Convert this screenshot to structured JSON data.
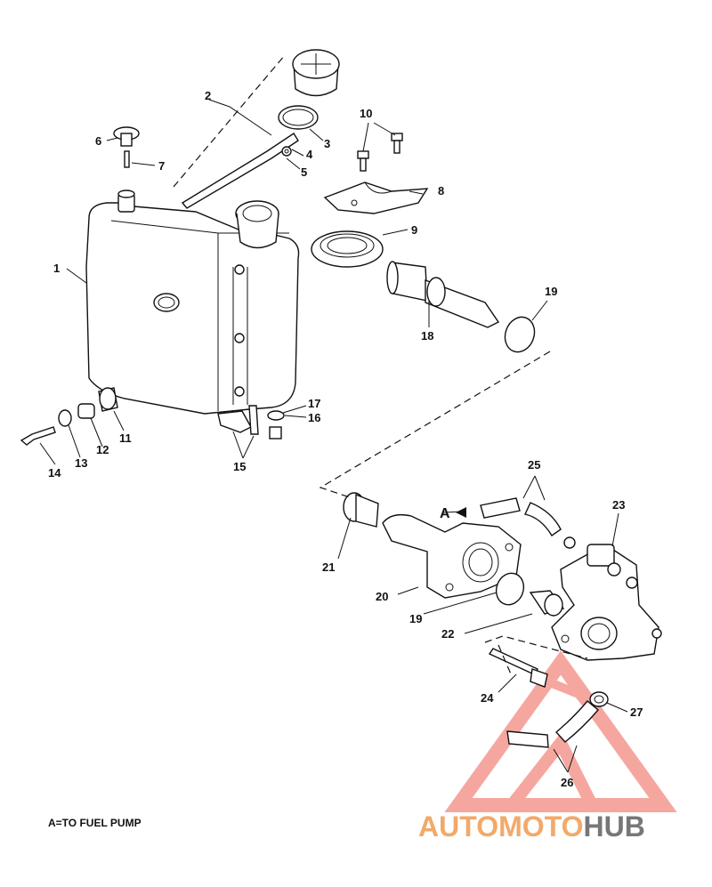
{
  "callouts": [
    "1",
    "2",
    "3",
    "4",
    "5",
    "6",
    "7",
    "8",
    "9",
    "10",
    "11",
    "12",
    "13",
    "14",
    "15",
    "16",
    "17",
    "18",
    "19",
    "19",
    "20",
    "21",
    "22",
    "23",
    "24",
    "25",
    "26",
    "27"
  ],
  "arrow_label": "A",
  "footnote": "A=TO FUEL PUMP",
  "watermark": {
    "part1": "AUTOMOTO",
    "part2": "HUB",
    "color_orange": "#f5b870",
    "color_red": "#f08070",
    "color_grey": "#777777"
  }
}
